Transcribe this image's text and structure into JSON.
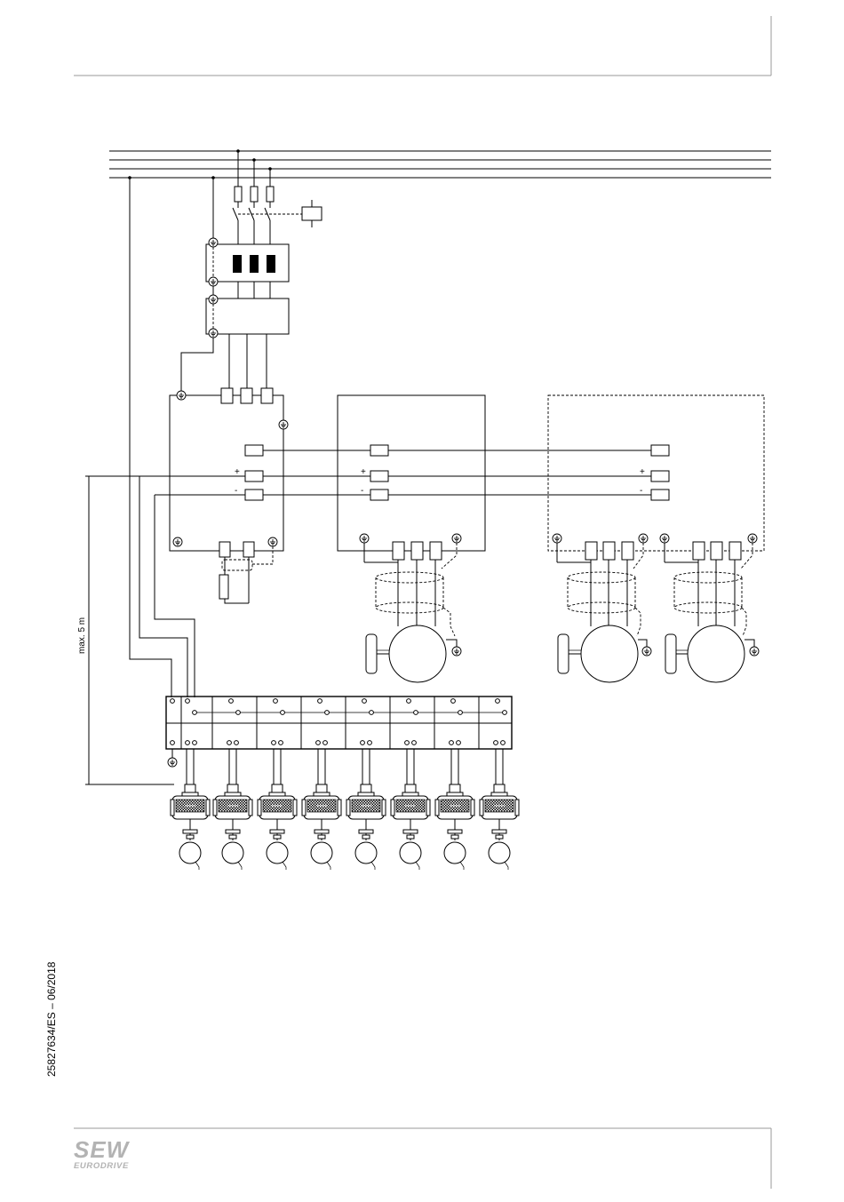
{
  "diagram": {
    "dimension_label": "max. 5 m",
    "signal_plus": "+",
    "signal_minus": "-",
    "drive_count": 8
  },
  "footer": {
    "doc_id": "25827634/ES – 06/2018",
    "logo_main": "SEW",
    "logo_sub": "EURODRIVE"
  },
  "icons": [
    "ground-icon",
    "fuse-icon",
    "motor-icon",
    "encoder-icon",
    "gear-motor-icon"
  ]
}
